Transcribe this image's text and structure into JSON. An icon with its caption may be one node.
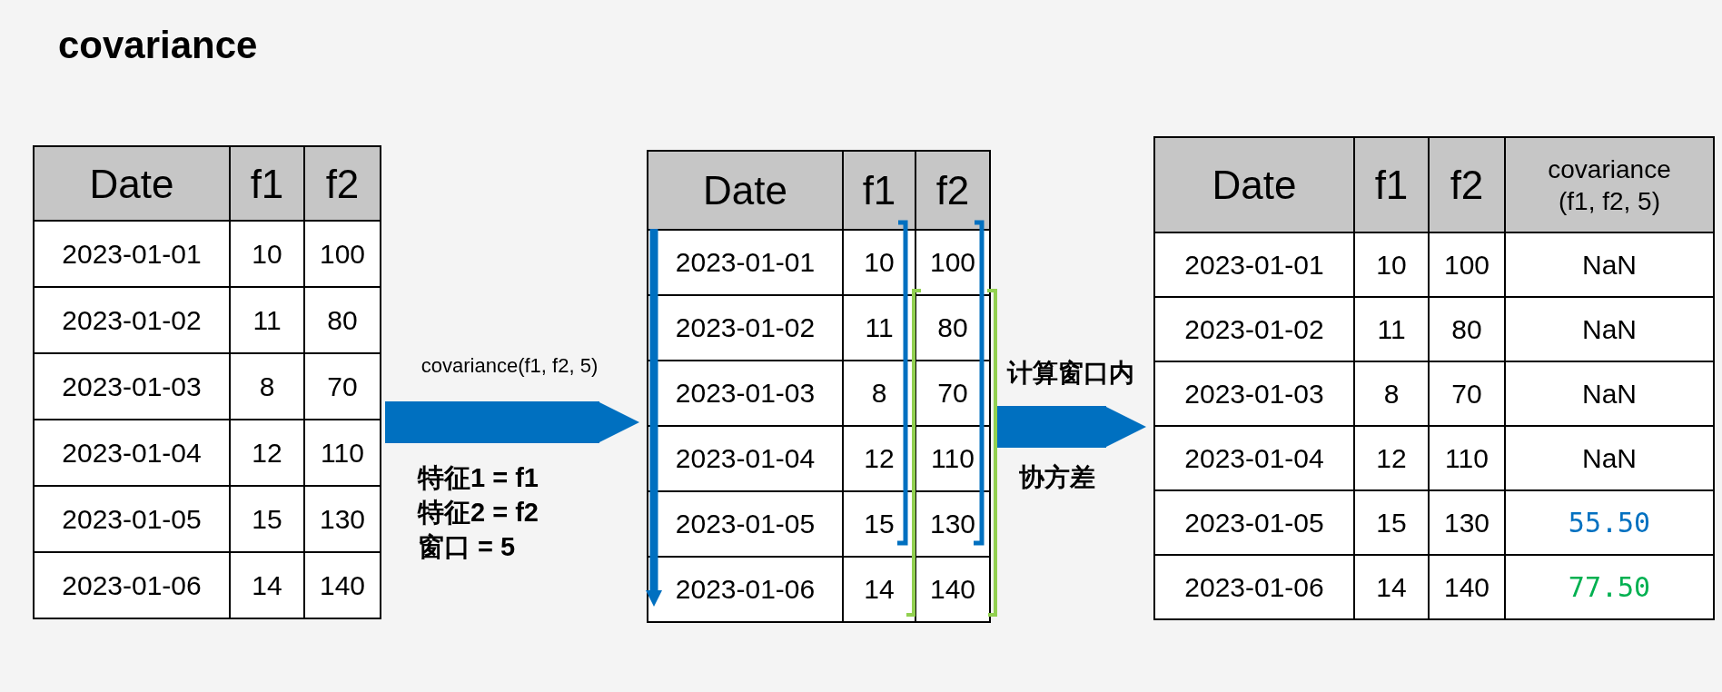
{
  "diagram": {
    "title": "covariance",
    "nodes": [
      {
        "text": [
          "Date",
          "f1",
          "f2",
          "2023-01-01",
          "10",
          "100",
          "2023-01-02",
          "11",
          "80",
          "2023-01-03",
          "8",
          "70",
          "2023-01-04",
          "12",
          "110",
          "2023-01-05",
          "15",
          "130",
          "2023-01-06",
          "14",
          "140"
        ]
      },
      {
        "text": [
          "Date",
          "f1",
          "f2",
          "2023-01-01",
          "10",
          "100",
          "2023-01-02",
          "11",
          "80",
          "2023-01-03",
          "8",
          "70",
          "2023-01-04",
          "12",
          "110",
          "2023-01-05",
          "15",
          "130",
          "2023-01-06",
          "14",
          "140"
        ]
      },
      {
        "text": [
          "Date",
          "f1",
          "f2",
          "covariance (f1, f2, 5)",
          "2023-01-01",
          "10",
          "100",
          "NaN",
          "2023-01-02",
          "11",
          "80",
          "NaN",
          "2023-01-03",
          "8",
          "70",
          "NaN",
          "2023-01-04",
          "12",
          "110",
          "NaN",
          "2023-01-05",
          "15",
          "130",
          "55.50",
          "2023-01-06",
          "14",
          "140",
          "77.50"
        ]
      }
    ],
    "edges": [
      {
        "from": 0,
        "to": 1,
        "arrow": "to",
        "label": "covariance(f1, f2, 5)"
      },
      {
        "from": 1,
        "to": 2,
        "arrow": "to",
        "label": "计算窗口内"
      }
    ],
    "labels": [
      "特征1 = f1",
      "特征2 = f2",
      "窗口 = 5",
      "协方差"
    ]
  }
}
